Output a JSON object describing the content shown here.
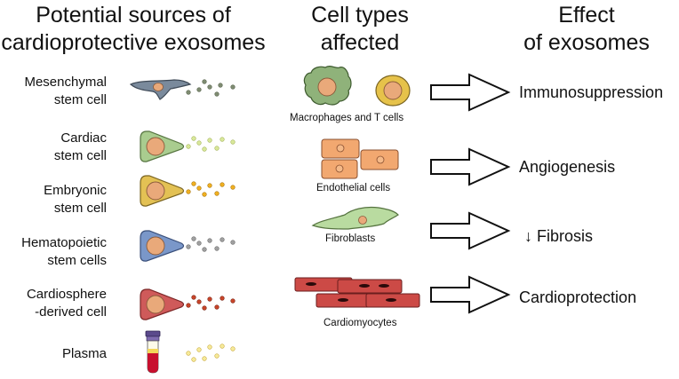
{
  "headers": {
    "col1": [
      "Potential sources of",
      "cardioprotective exosomes"
    ],
    "col2": [
      "Cell types",
      "affected"
    ],
    "col3": [
      "Effect",
      "of exosomes"
    ]
  },
  "sources": [
    {
      "lines": [
        "Mesenchymal",
        "stem cell"
      ],
      "color": "#7a8a9c",
      "dot": "#7f8c72"
    },
    {
      "lines": [
        "Cardiac",
        "stem cell"
      ],
      "color": "#a9cc8f",
      "dot": "#c6dc84"
    },
    {
      "lines": [
        "Embryonic",
        "stem cell"
      ],
      "color": "#e3c154",
      "dot": "#f0b021"
    },
    {
      "lines": [
        "Hematopoietic",
        "stem cells"
      ],
      "color": "#7a97c9",
      "dot": "#9a9a9a"
    },
    {
      "lines": [
        "Cardiosphere",
        "-derived cell"
      ],
      "color": "#cf5a5a",
      "dot": "#c8452a"
    },
    {
      "lines": [
        "Plasma"
      ],
      "color": "#c8102e",
      "dot": "#e6cf70"
    }
  ],
  "targets": [
    {
      "caption": "Macrophages and T cells"
    },
    {
      "caption": "Endothelial  cells"
    },
    {
      "caption": "Fibroblasts"
    },
    {
      "caption": "Cardiomyocytes"
    }
  ],
  "effects": [
    {
      "label": "Immunosuppression"
    },
    {
      "label": "Angiogenesis"
    },
    {
      "label": "↓ Fibrosis"
    },
    {
      "label": "Cardioprotection"
    }
  ],
  "colors": {
    "nucleus": "#e9a97a",
    "macrophage": "#8fb27a",
    "tcell": "#e6c24a",
    "endothelial": "#f2a870",
    "fibroblast": "#b9dba0",
    "cardiomyocyte": "#cc4a46"
  }
}
